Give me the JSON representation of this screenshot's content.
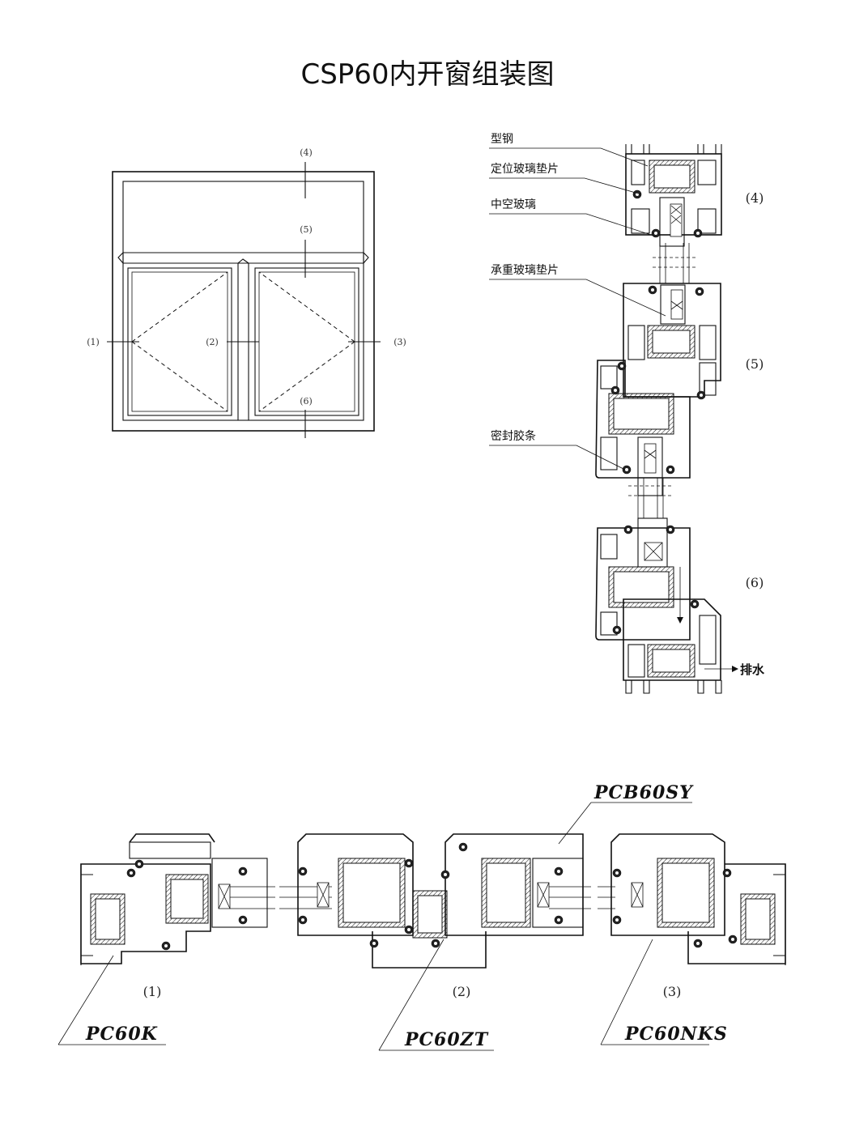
{
  "title": "CSP60内开窗组装图",
  "elevation": {
    "section_labels": [
      "(1)",
      "(2)",
      "(3)",
      "(4)",
      "(5)",
      "(6)"
    ]
  },
  "vertical_section": {
    "callouts": [
      "型钢",
      "定位玻璃垫片",
      "中空玻璃",
      "承重玻璃垫片",
      "密封胶条"
    ],
    "section_labels": [
      "(4)",
      "(5)",
      "(6)"
    ],
    "drain_label": "排水"
  },
  "horizontal_section": {
    "section_labels": [
      "(1)",
      "(2)",
      "(3)"
    ],
    "models": [
      "PCB60SY",
      "PC60K",
      "PC60ZT",
      "PC60NKS"
    ]
  }
}
